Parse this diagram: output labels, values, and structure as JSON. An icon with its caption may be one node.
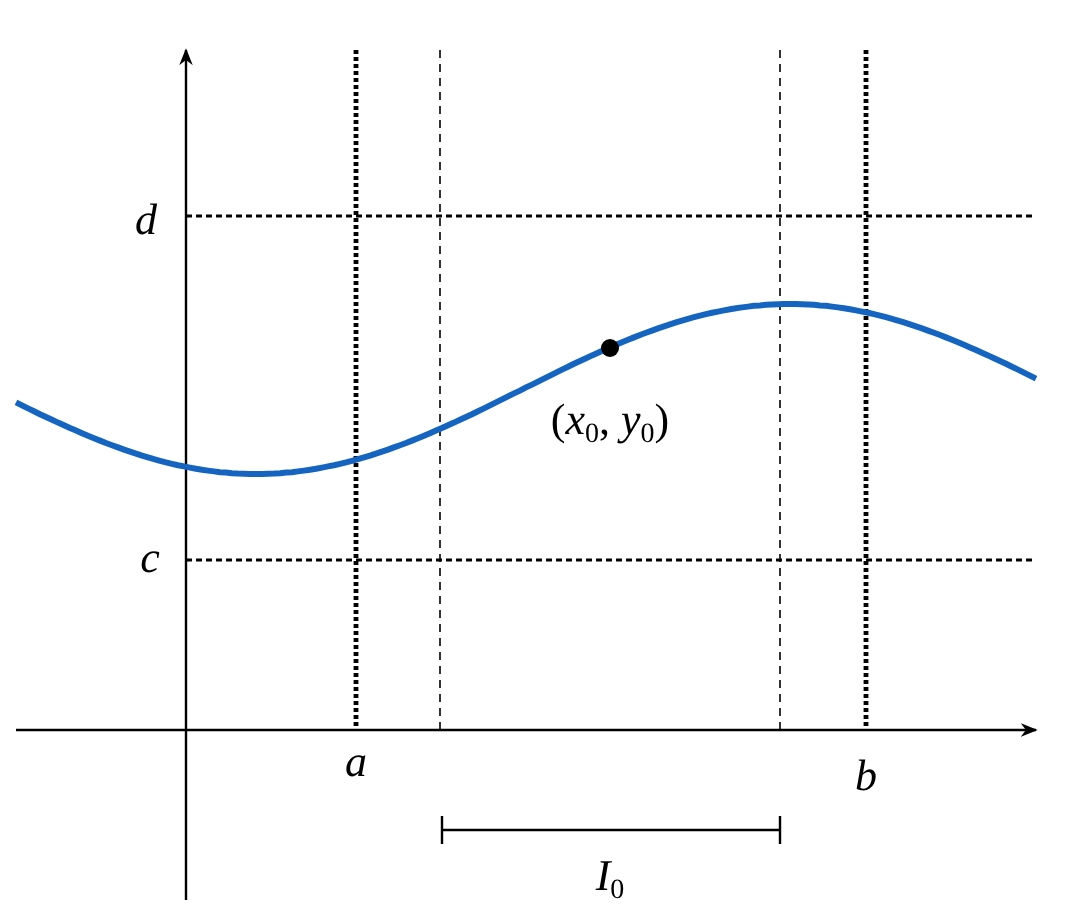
{
  "diagram": {
    "labels": [
      "d",
      "c",
      "(*x*$_{0}$, *y*$_{0}$)",
      "a",
      "b",
      "*I*$_{0}$"
    ]
  }
}
